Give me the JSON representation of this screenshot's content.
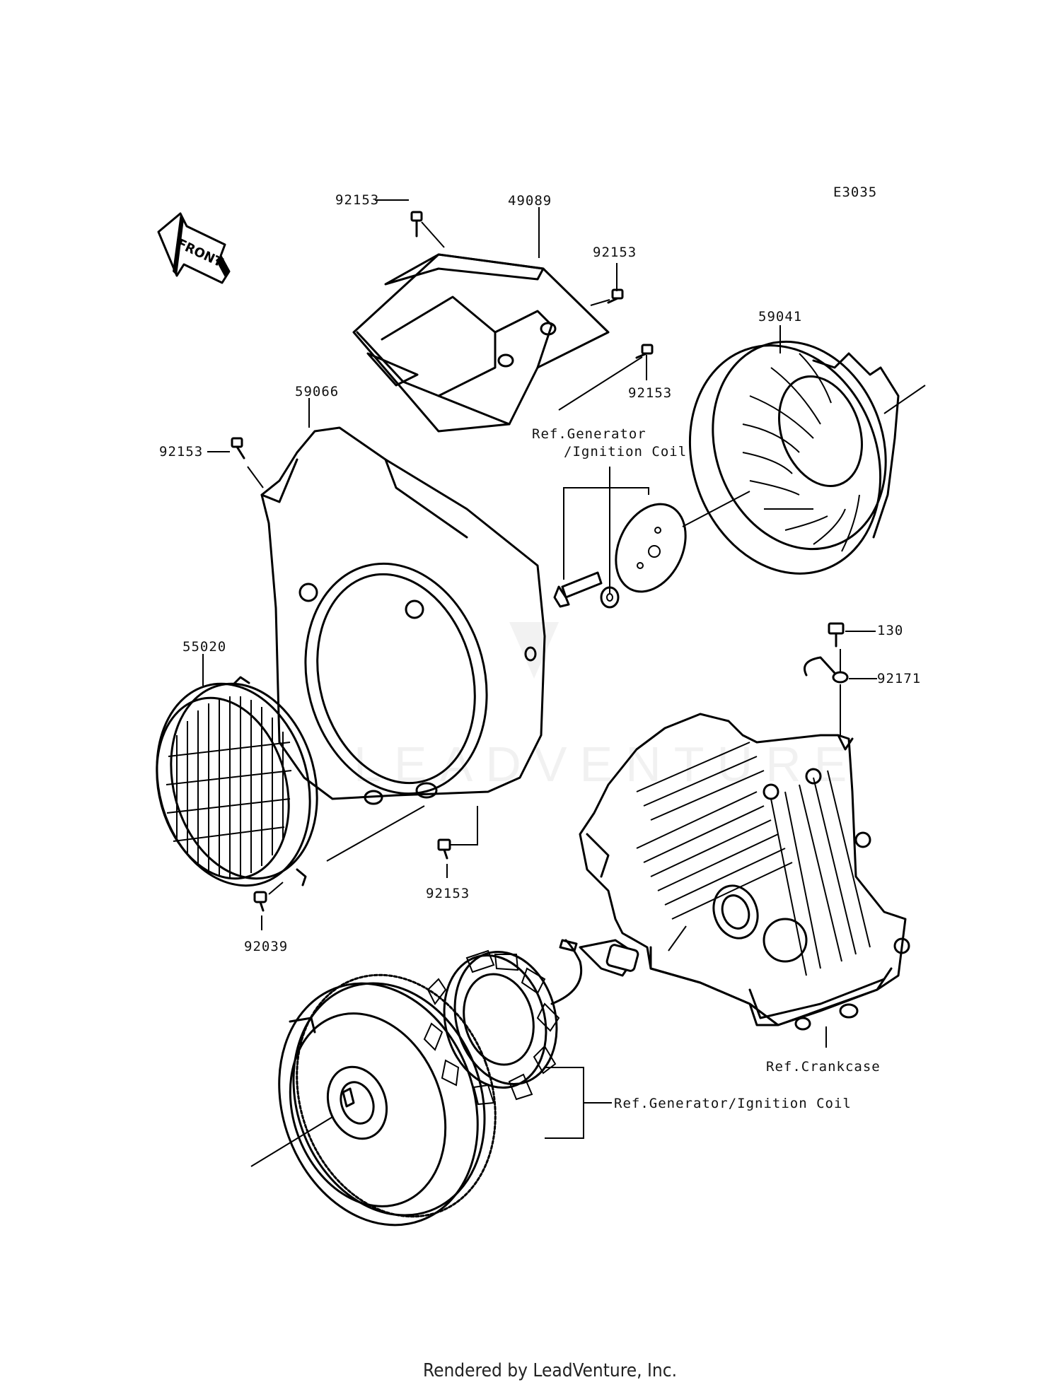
{
  "diagram_code": "E3035",
  "front_label": "FRONT",
  "callouts": {
    "bolt_top_left": "92153",
    "shroud_top": "49089",
    "bolt_top_right": "92153",
    "bolt_top_right_lower": "92153",
    "fan_housing": "59066",
    "bolt_left": "92153",
    "fan": "59041",
    "ref_gen_upper_line1": "Ref.Generator",
    "ref_gen_upper_line2": "/Ignition Coil",
    "bolt_130": "130",
    "clamp": "92171",
    "screen": "55020",
    "bolt_bottom_housing": "92153",
    "screw_screen": "92039",
    "ref_crankcase": "Ref.Crankcase",
    "ref_gen_lower": "Ref.Generator/Ignition Coil"
  },
  "watermark": "LEADVENTURE",
  "footer": "Rendered by LeadVenture, Inc."
}
